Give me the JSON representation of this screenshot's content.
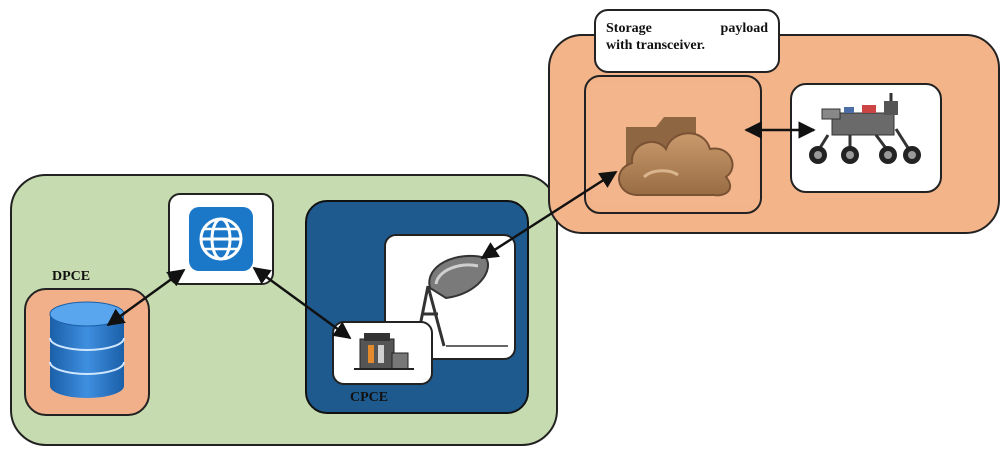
{
  "diagram": {
    "storage_label": {
      "line1_words": [
        "Storage",
        "payload"
      ],
      "line2": "with transceiver."
    },
    "dpce_label": "DPCE",
    "cpce_label": "CPCE"
  },
  "icons": [
    "globe-icon",
    "database-icon",
    "satellite-dish-icon",
    "server-hardware-icon",
    "cloud-folder-icon",
    "rover-icon"
  ],
  "colors": {
    "green_region": "#c6dcb0",
    "orange_region": "#f4b48a",
    "cpce_blue": "#1f5a8e",
    "globe_blue": "#1b78c8",
    "database_blue": "#2a72c4"
  }
}
